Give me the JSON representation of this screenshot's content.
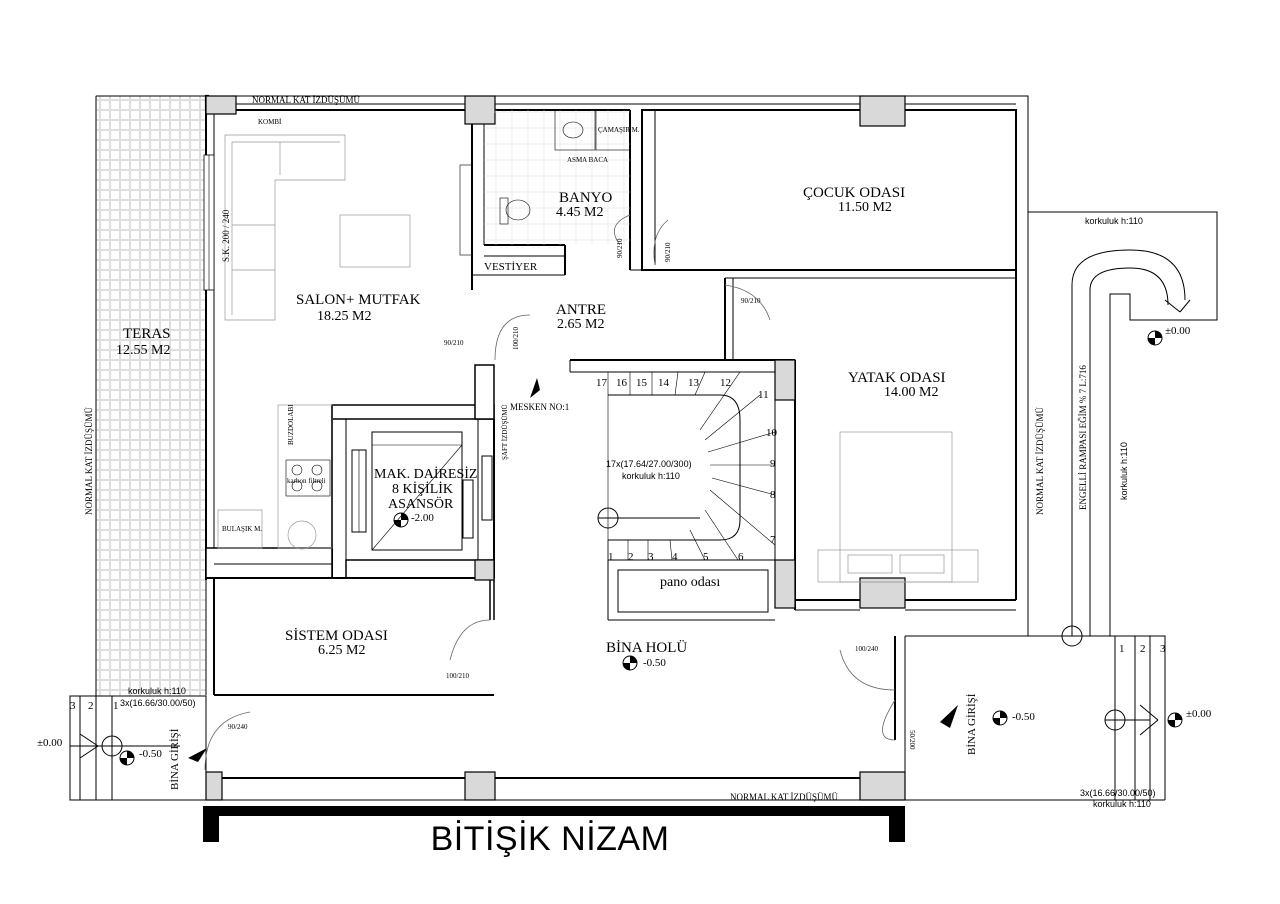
{
  "footer_title": "BİTİŞİK NİZAM",
  "rooms": {
    "teras": {
      "name": "TERAS",
      "area": "12.55 M2"
    },
    "salon": {
      "name": "SALON+ MUTFAK",
      "area": "18.25 M2"
    },
    "banyo": {
      "name": "BANYO",
      "area": "4.45 M2"
    },
    "cocuk": {
      "name": "ÇOCUK ODASI",
      "area": "11.50 M2"
    },
    "antre": {
      "name": "ANTRE",
      "area": "2.65 M2"
    },
    "yatak": {
      "name": "YATAK ODASI",
      "area": "14.00 M2"
    },
    "sistem": {
      "name": "SİSTEM ODASI",
      "area": "6.25 M2"
    },
    "asansor": {
      "line1": "MAK. DAİRESİZ",
      "line2": "8 KİŞİLİK",
      "line3": "ASANSÖR",
      "level": "-2.00"
    },
    "bina_holu": {
      "name": "BİNA HOLÜ",
      "level": "-0.50"
    },
    "pano": {
      "name": "pano odası"
    },
    "vestiyer": {
      "name": "VESTİYER"
    }
  },
  "labels": {
    "normal_kat_top": "NORMAL KAT İZDÜŞÜMÜ",
    "normal_kat_bottom": "NORMAL KAT İZDÜŞÜMÜ",
    "normal_kat_left": "NORMAL KAT İZDÜŞÜMÜ",
    "normal_kat_right": "NORMAL KAT İZDÜŞÜMÜ",
    "kombi": "KOMBİ",
    "camasir": "ÇAMAŞIR M.",
    "asma_baca": "ASMA BACA",
    "buzdolabi": "BUZDOLABI",
    "karbon_filtreli": "karbon filtreli",
    "bulasik": "BULAŞIK M.",
    "sk": "S.K. 200 / 240",
    "saft": "ŞAFT İZDÜŞÜMÜ",
    "mesken": "MESKEN NO:1",
    "stair_spec": "17x(17.64/27.00/300)",
    "korkuluk_stair": "korkuluk h:110",
    "korkuluk_left": "korkuluk h:110",
    "ramp_left_spec": "3x(16.66/30.00/50)",
    "ramp_right_spec": "3x(16.66/30.00/50)",
    "korkuluk_right_bottom": "korkuluk h:110",
    "korkuluk_right_top": "korkuluk h:110",
    "korkuluk_vertical": "korkuluk h:110",
    "engelli": "ENGELLİ RAMPASI EĞİM % 7 L:716",
    "bina_girisi_left": "BİNA GİRİŞİ",
    "bina_girisi_right": "BİNA GİRİŞİ",
    "level_left_outside": "±0.00",
    "level_left_entry": "-0.50",
    "level_right_entry": "-0.50",
    "level_right_ramp_top": "±0.00",
    "level_right_ramp_bottom": "±0.00"
  },
  "doors": {
    "d1": "90/210",
    "d2": "100/210",
    "d3": "90/210",
    "d4": "90/210",
    "d5": "90/210",
    "d6": "100/210",
    "d7": "90/240",
    "d8": "100/240",
    "d9": "50/200"
  },
  "stair_numbers": [
    "1",
    "2",
    "3",
    "4",
    "5",
    "6",
    "7",
    "8",
    "9",
    "10",
    "11",
    "12",
    "13",
    "14",
    "15",
    "16",
    "17"
  ],
  "ramp_steps_left": [
    "3",
    "2",
    "1"
  ],
  "ramp_steps_right": [
    "1",
    "2",
    "3"
  ]
}
